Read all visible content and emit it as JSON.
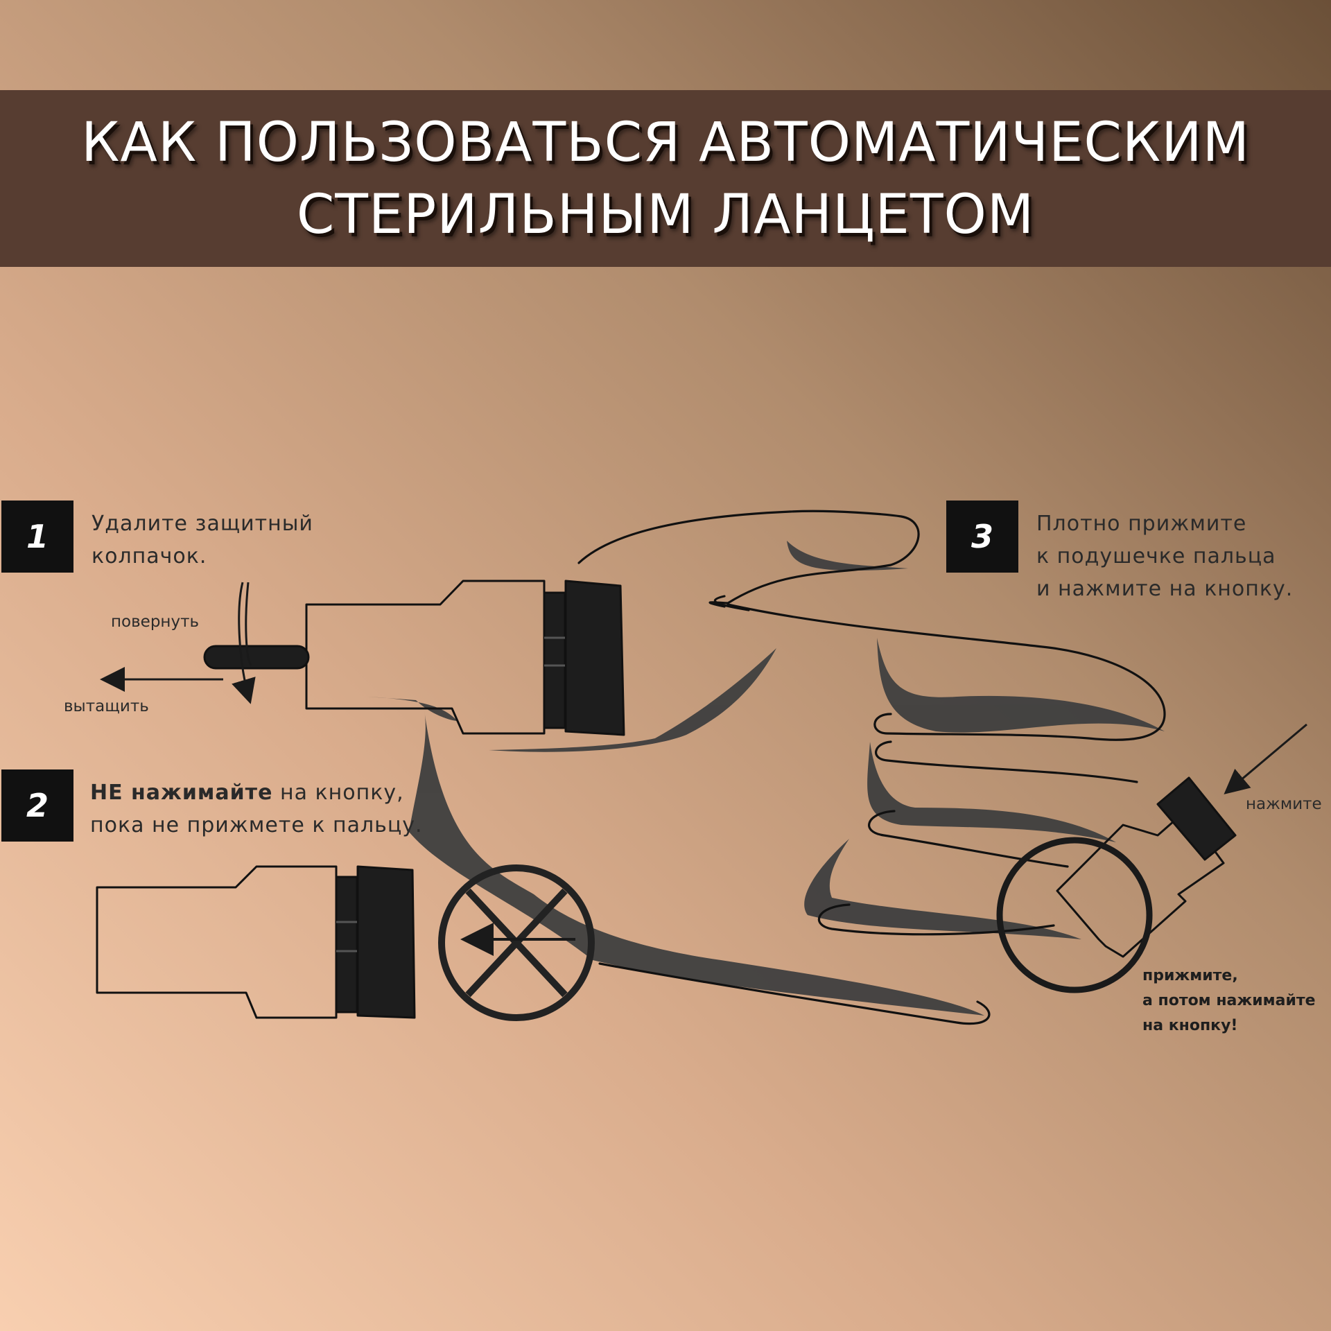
{
  "title": {
    "line1": "КАК ПОЛЬЗОВАТЬСЯ АВТОМАТИЧЕСКИМ",
    "line2": "СТЕРИЛЬНЫМ ЛАНЦЕТОМ"
  },
  "steps": [
    {
      "number": "1",
      "line1": "Удалите защитный",
      "line2": "колпачок."
    },
    {
      "number": "2",
      "line1_bold": "НЕ нажимайте",
      "line1_rest": " на кнопку,",
      "line2": "пока не прижмете к пальцу."
    },
    {
      "number": "3",
      "line1": "Плотно прижмите",
      "line2": "к подушечке пальца",
      "line3": "и нажмите на кнопку."
    }
  ],
  "labels": {
    "rotate": "повернуть",
    "pull": "вытащить",
    "press": "нажмите",
    "note_line1": "прижмите,",
    "note_line2": "а потом нажимайте",
    "note_line3": "на кнопку!"
  },
  "colors": {
    "banner": "#573d31",
    "ink": "#111111",
    "shadow": "#444444"
  }
}
